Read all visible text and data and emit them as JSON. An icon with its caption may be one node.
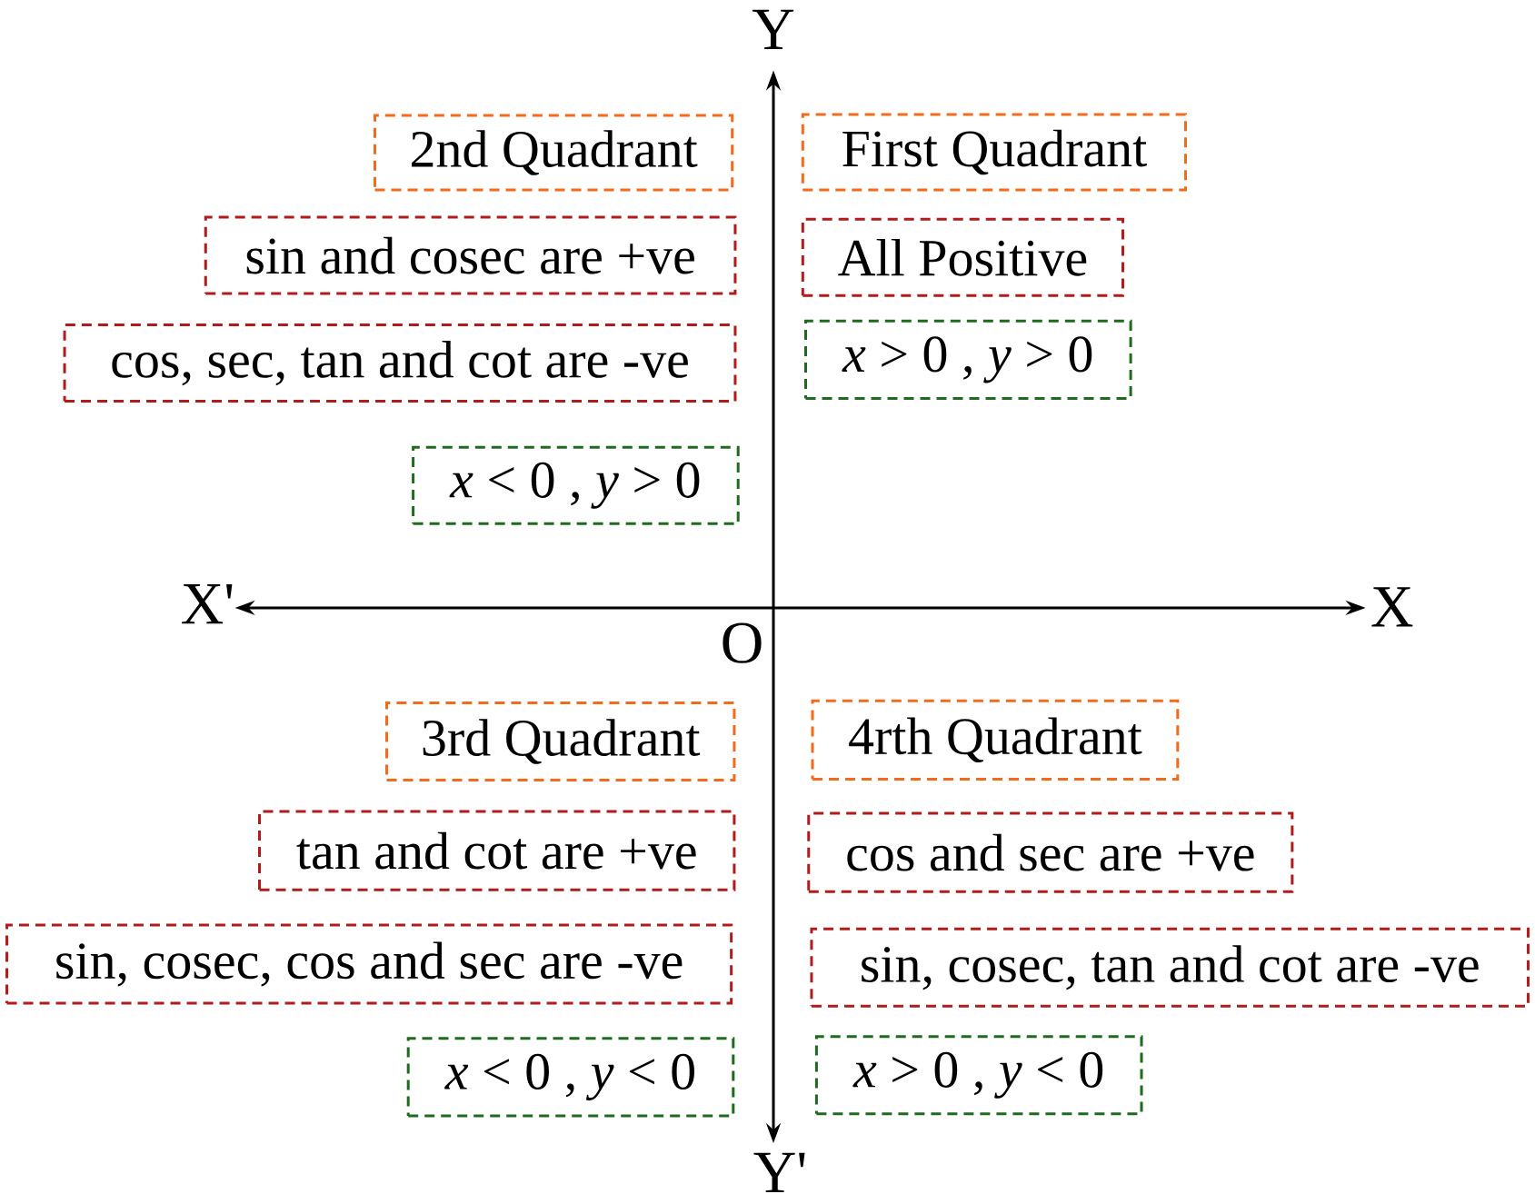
{
  "diagram": {
    "nodes": [
      {
        "text": [
          "2nd Quadrant"
        ]
      },
      {
        "text": [
          "sin and cosec are +ve"
        ]
      },
      {
        "text": [
          "cos, sec, tan and cot are -ve"
        ]
      },
      {
        "text": [
          "*x* < 0 , *y* > 0"
        ]
      },
      {
        "text": [
          "First Quadrant"
        ]
      },
      {
        "text": [
          "All Positive"
        ]
      },
      {
        "text": [
          "*x* > 0 , *y* > 0"
        ]
      },
      {
        "text": [
          "3rd Quadrant"
        ]
      },
      {
        "text": [
          "tan and cot are +ve"
        ]
      },
      {
        "text": [
          "sin, cosec, cos and sec are -ve"
        ]
      },
      {
        "text": [
          "*x* < 0 , *y* < 0"
        ]
      },
      {
        "text": [
          "4rth Quadrant"
        ]
      },
      {
        "text": [
          "cos and sec are +ve"
        ]
      },
      {
        "text": [
          "sin, cosec, tan and cot are -ve"
        ]
      },
      {
        "text": [
          "*x* > 0 , *y* < 0"
        ]
      }
    ],
    "labels": [
      "Y",
      "X'",
      "X",
      "O",
      "Y'"
    ]
  }
}
